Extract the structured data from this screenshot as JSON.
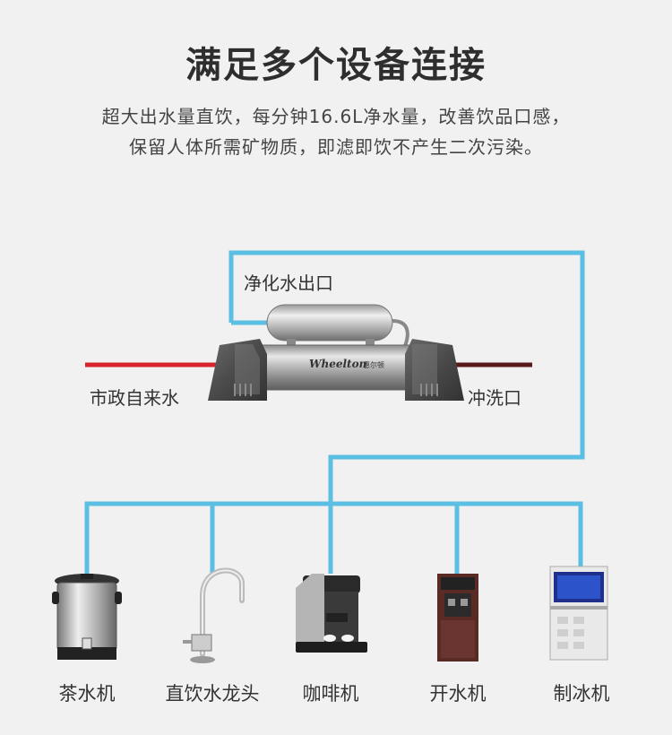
{
  "title": "满足多个设备连接",
  "description": {
    "line1": "超大出水量直饮，每分钟16.6L净水量，改善饮品口感，",
    "line2": "保留人体所需矿物质，即滤即饮不产生二次污染。"
  },
  "labels": {
    "purified_outlet": "净化水出口",
    "municipal_inlet": "市政自来水",
    "flush_outlet": "冲洗口"
  },
  "brand": {
    "logo_text": "Wheelton",
    "logo_cn": "惠尔顿"
  },
  "devices": [
    {
      "label": "茶水机",
      "icon": "tea-urn-icon"
    },
    {
      "label": "直饮水龙头",
      "icon": "faucet-icon"
    },
    {
      "label": "咖啡机",
      "icon": "coffee-machine-icon"
    },
    {
      "label": "开水机",
      "icon": "water-dispenser-icon"
    },
    {
      "label": "制冰机",
      "icon": "ice-maker-icon"
    }
  ],
  "colors": {
    "pipe_blue": "#5bbfe3",
    "pipe_red": "#d8232a",
    "pipe_dark_red": "#5a1a1a",
    "background": "#f2f1f2"
  }
}
